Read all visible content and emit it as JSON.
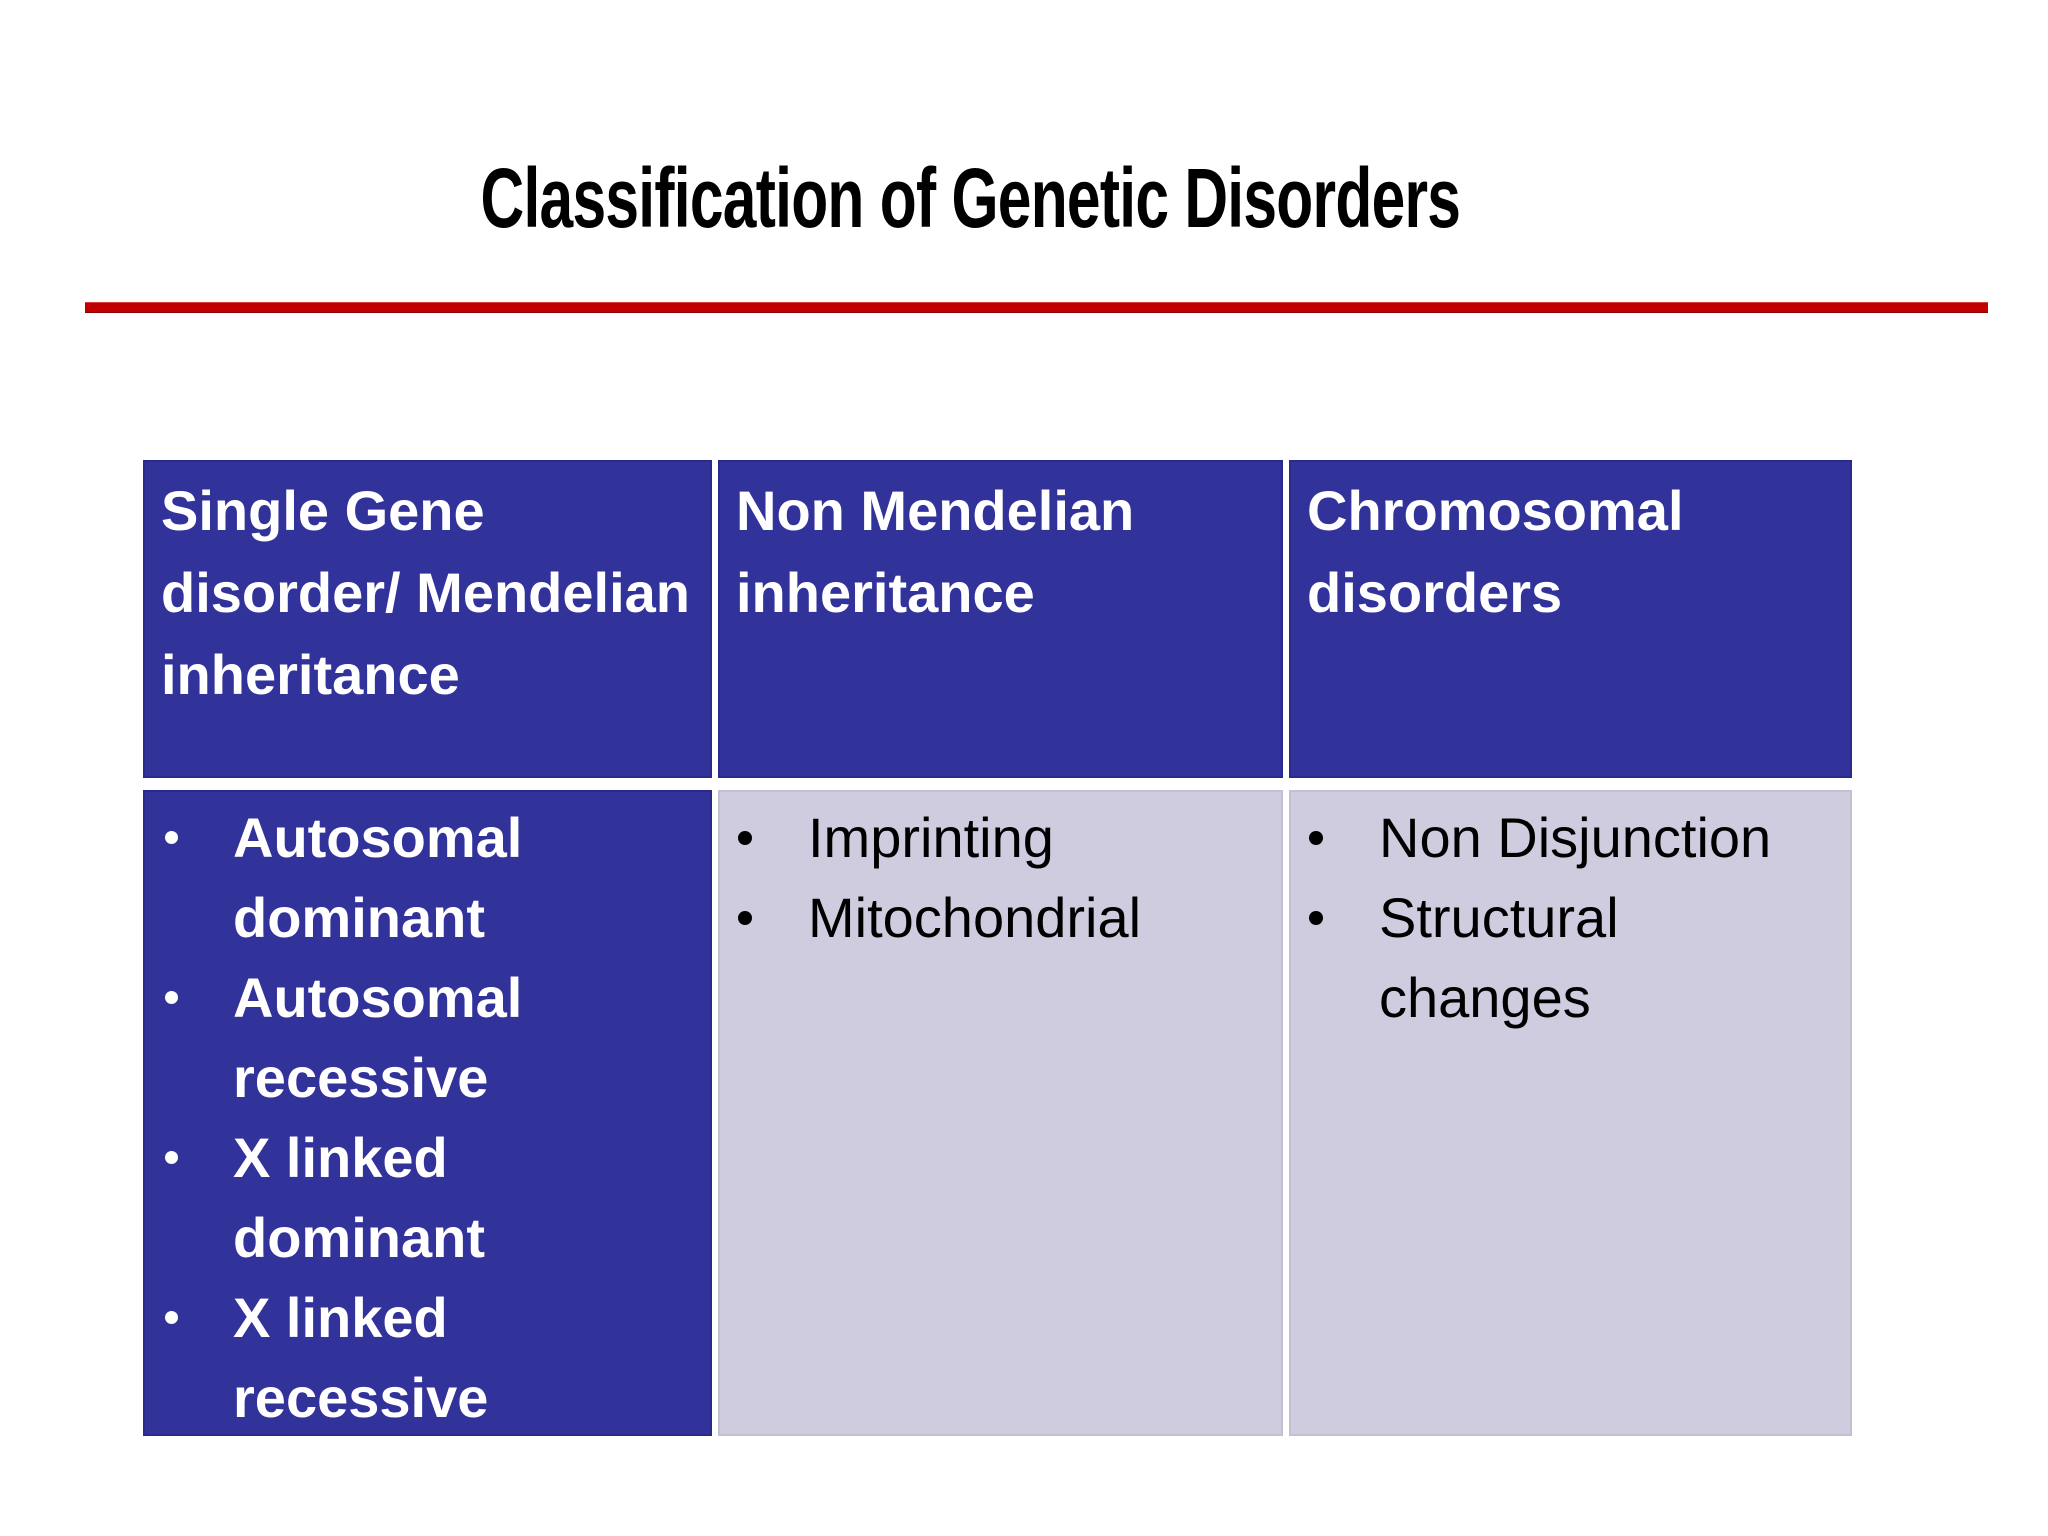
{
  "slide": {
    "title": "Classification of Genetic Disorders",
    "colors": {
      "accent_rule": "#C00000",
      "header_bg": "#32329B",
      "dark_cell_bg": "#32329B",
      "light_cell_bg": "#CECCDE",
      "header_text": "#ffffff",
      "body_text_dark_cell": "#ffffff",
      "body_text_light_cell": "#000000",
      "title_text": "#000000"
    },
    "table": {
      "columns": [
        {
          "header": "Single Gene disorder/ Mendelian inheritance",
          "body_style": "dark",
          "items": [
            "Autosomal dominant",
            "Autosomal recessive",
            "X linked dominant",
            "X linked recessive"
          ]
        },
        {
          "header": "Non Mendelian inheritance",
          "body_style": "light",
          "items": [
            "Imprinting",
            "Mitochondrial"
          ]
        },
        {
          "header": "Chromosomal disorders",
          "body_style": "light",
          "items": [
            "Non Disjunction",
            "Structural changes"
          ]
        }
      ]
    }
  }
}
